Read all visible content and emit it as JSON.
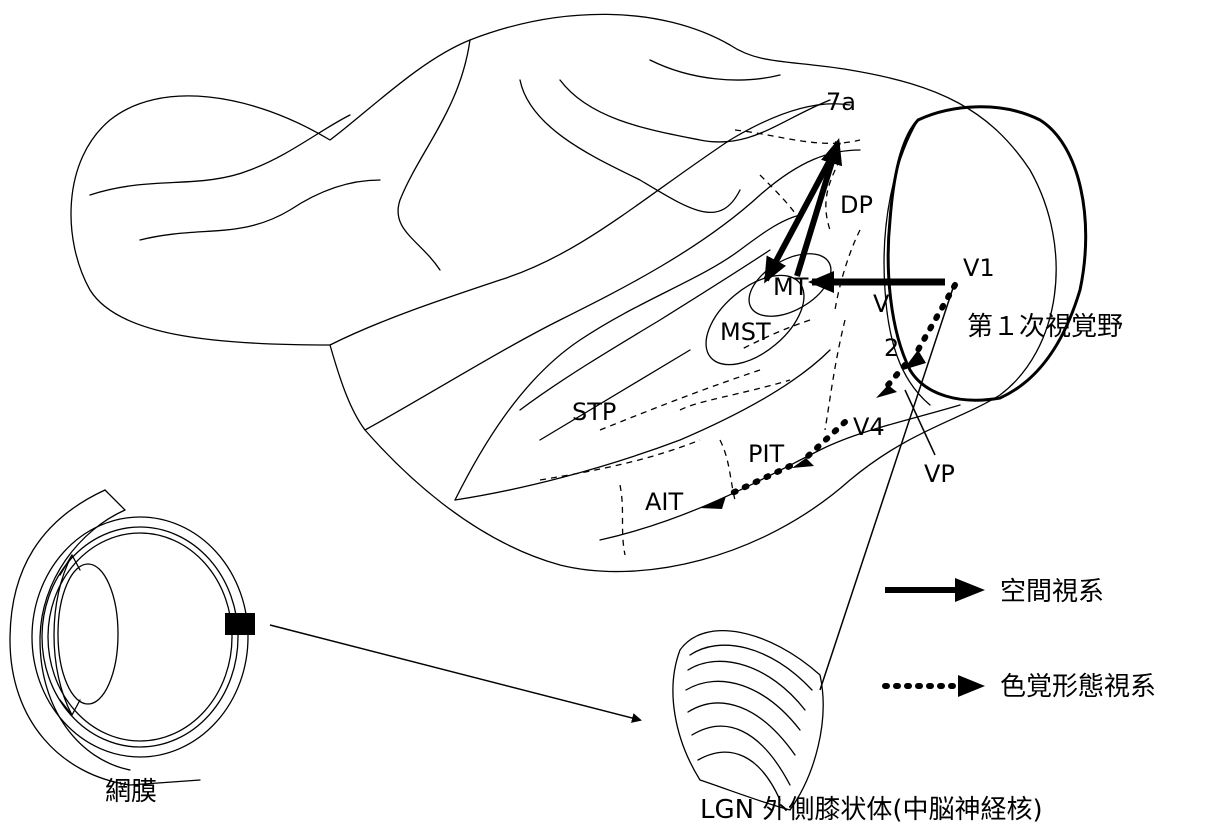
{
  "labels": {
    "a7": "7a",
    "dp": "DP",
    "v1": "V1",
    "mt": "MT",
    "mst": "MST",
    "v2_v": "V",
    "v2_2": "2",
    "stp": "STP",
    "v4": "V4",
    "pit": "PIT",
    "ait": "AIT",
    "vp": "VP",
    "primary_visual_cortex": "第１次視覚野",
    "retina": "網膜",
    "lgn": "LGN 外側膝状体(中脳神経核)"
  },
  "legend": {
    "spatial": "空間視系",
    "color_form": "色覚形態視系"
  }
}
